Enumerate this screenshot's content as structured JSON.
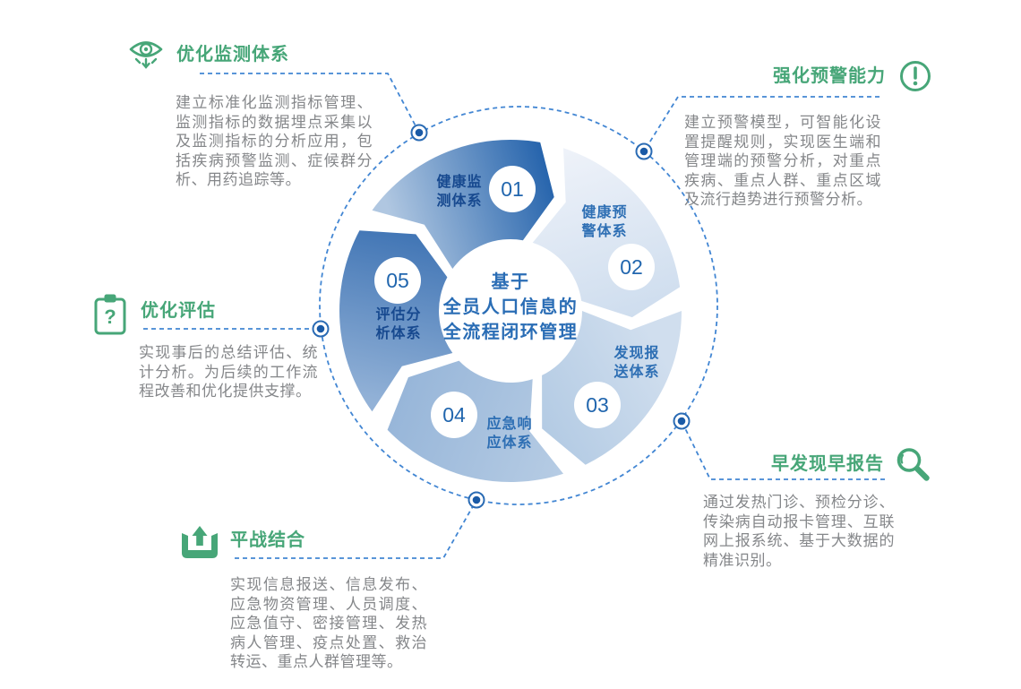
{
  "palette": {
    "green": "#47a678",
    "body_gray": "#85878a",
    "dash_blue": "#4286d3",
    "dot_blue": "#1a5aa6",
    "label_blue": "#2e6fb4",
    "label_dark_blue": "#17498f",
    "center_blue": "#2a6db5",
    "arrow_darkest": "#1b5ca8",
    "arrow_lightest": "#ecf1f8"
  },
  "center": {
    "lines": [
      "基于",
      "全员人口信息的",
      "全流程闭环管理"
    ]
  },
  "segments": [
    {
      "num": "01",
      "lines": [
        "健康监",
        "测体系"
      ]
    },
    {
      "num": "02",
      "lines": [
        "健康预",
        "警体系"
      ]
    },
    {
      "num": "03",
      "lines": [
        "发现报",
        "送体系"
      ]
    },
    {
      "num": "04",
      "lines": [
        "应急响",
        "应体系"
      ]
    },
    {
      "num": "05",
      "lines": [
        "评估分",
        "析体系"
      ]
    }
  ],
  "callouts": [
    {
      "icon": "eye-icon",
      "title": "优化监测体系",
      "body": "建立标准化监测指标管理、监测指标的数据埋点采集以及监测指标的分析应用，包括疾病预警监测、症候群分析、用药追踪等。"
    },
    {
      "icon": "alert-circle-icon",
      "title": "强化预警能力",
      "body": "建立预警模型，可智能化设置提醒规则，实现医生端和管理端的预警分析，对重点疾病、重点人群、重点区域及流行趋势进行预警分析。"
    },
    {
      "icon": "clipboard-question-icon",
      "title": "优化评估",
      "body": "实现事后的总结评估、统计分析。为后续的工作流程改善和优化提供支撑。"
    },
    {
      "icon": "magnifier-icon",
      "title": "早发现早报告",
      "body": "通过发热门诊、预检分诊、传染病自动报卡管理、互联网上报系统、基于大数据的精准识别。"
    },
    {
      "icon": "inbox-up-icon",
      "title": "平战结合",
      "body": "实现信息报送、信息发布、应急物资管理、人员调度、应急值守、密接管理、发热病人管理、疫点处置、救治转运、重点人群管理等。"
    }
  ],
  "icons": {
    "question_mark": "?"
  }
}
